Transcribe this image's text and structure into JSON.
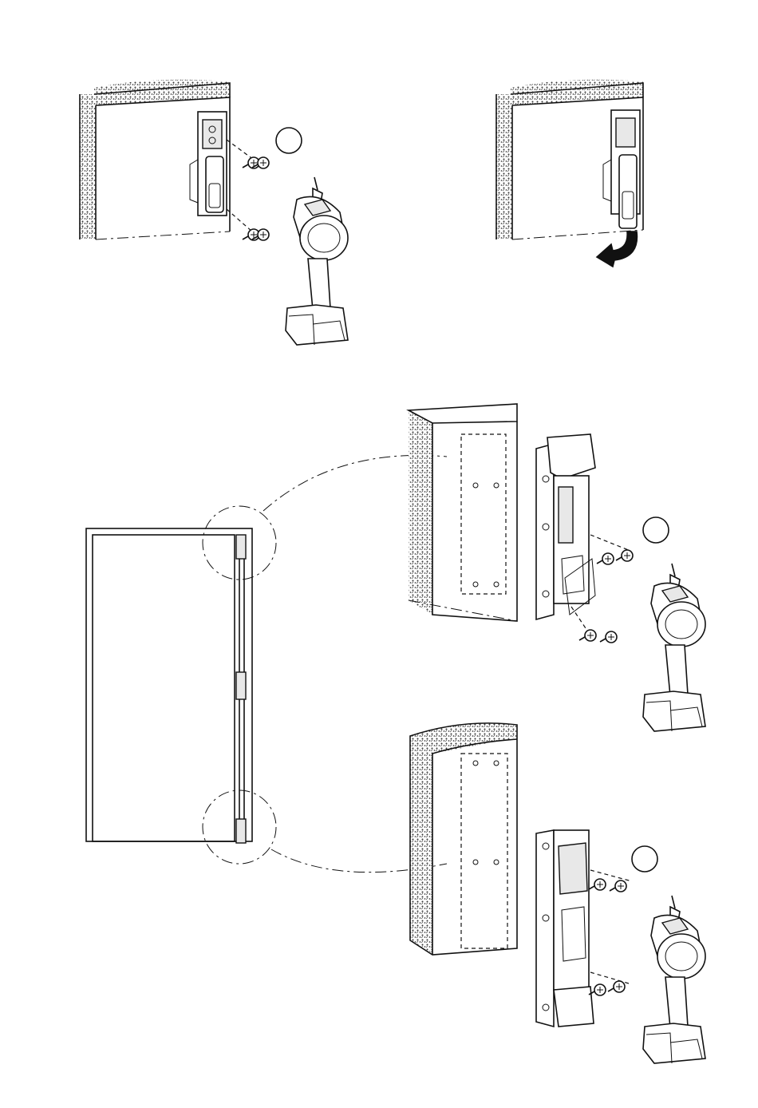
{
  "figure": {
    "panels": [
      {
        "id": "fit-upper-hinge-with-drill",
        "step_marker": ""
      },
      {
        "id": "rotate-hinge-into-place",
        "step_marker": ""
      },
      {
        "id": "door-overview",
        "step_marker": ""
      },
      {
        "id": "top-hinge-detail",
        "step_marker": ""
      },
      {
        "id": "bottom-hinge-detail",
        "step_marker": ""
      }
    ],
    "icons": {
      "drill": "cordless-drill-icon",
      "screw": "screw-icon",
      "arrow": "rotate-arrow-icon"
    },
    "colors": {
      "line": "#111111",
      "background": "#ffffff",
      "wall_hatch": "#555555"
    }
  }
}
